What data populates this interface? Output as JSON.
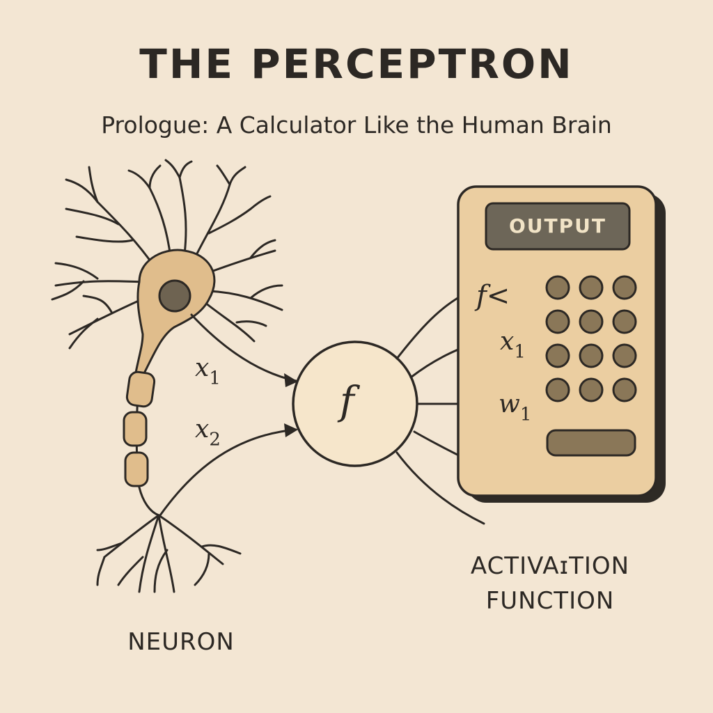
{
  "title": "THE PERCEPTRON",
  "subtitle": "Prologue: A Calculator Like the Human Brain",
  "neuron_label": "NEURON",
  "activation_label_line1": "ACTIVAɪTION",
  "activation_label_line2": "FUNCTION",
  "calculator": {
    "screen_label": "OUTPUT",
    "key_rows": 4,
    "key_cols": 3
  },
  "math": {
    "f_symbol": "f",
    "f_lt_symbol": "f<",
    "x1_base": "x",
    "x1_sub": "1",
    "x2_base": "x",
    "x2_sub": "2",
    "w1_base": "w",
    "w1_sub": "1"
  },
  "colors": {
    "background": "#f3e6d3",
    "ink": "#2c2824",
    "neuron_body": "#e0bd8c",
    "nucleus": "#6e6351",
    "calculator_body": "#ebcea1",
    "calculator_shadow": "#2e2a25",
    "screen": "#6d6658",
    "keys": "#8a7758",
    "node_fill": "#f6e6cb"
  }
}
